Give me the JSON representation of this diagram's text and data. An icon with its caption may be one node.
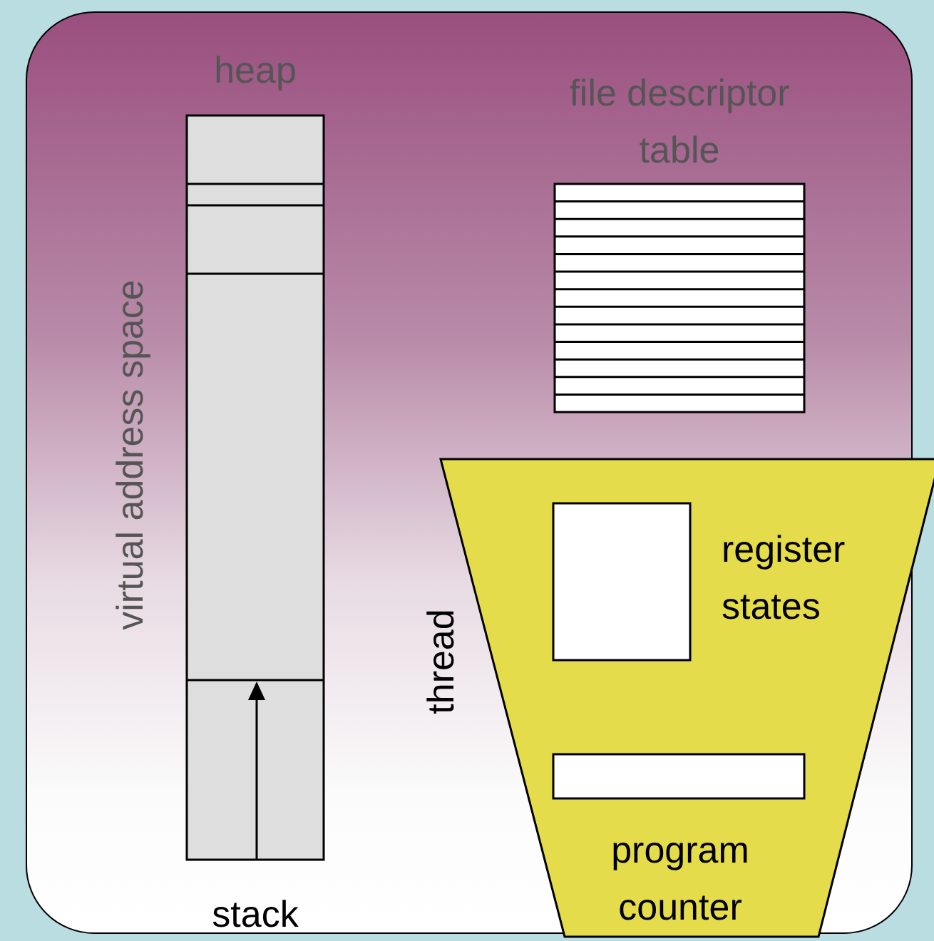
{
  "diagram": {
    "nodes": [
      {
        "text": [],
        "shape": "box"
      },
      {
        "text": [
          "heap",
          "stack"
        ],
        "beside": [
          "virtual address space"
        ],
        "in": 0
      },
      {
        "text": [
          "file descriptor table"
        ],
        "in": 0
      },
      {
        "text": [
          "thread"
        ],
        "in": 0
      },
      {
        "text": [
          "register states"
        ],
        "in": 3
      },
      {
        "text": [
          "program counter"
        ],
        "in": 3
      }
    ]
  }
}
